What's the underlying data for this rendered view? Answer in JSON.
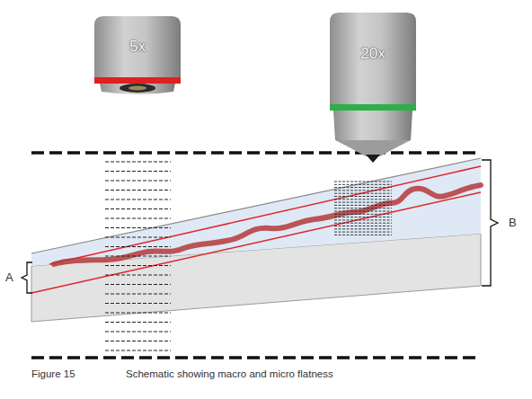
{
  "diagram": {
    "caption": "Schematic showing macro and micro flatness",
    "nodes": [
      {
        "text": [
          "5x"
        ]
      },
      {
        "text": [
          "20x"
        ]
      }
    ],
    "labels": [
      "A",
      "B",
      "Figure 15"
    ]
  }
}
